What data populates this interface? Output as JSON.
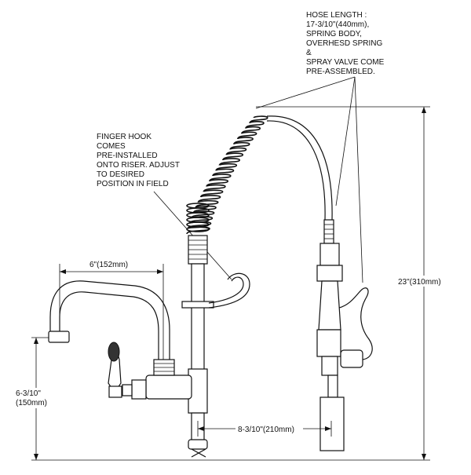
{
  "annotations": {
    "hose_note": [
      "HOSE LENGTH :",
      "17-3/10\"(440mm),",
      "SPRING BODY,",
      "OVERHESD SPRING",
      "&",
      "SPRAY VALVE COME",
      "PRE-ASSEMBLED."
    ],
    "hook_note": [
      "FINGER HOOK",
      "COMES",
      "PRE-INSTALLED",
      "ONTO RISER. ADJUST",
      "TO DESIRED",
      "POSITION IN FIELD"
    ]
  },
  "dimensions": {
    "spout_reach": "6\"(152mm)",
    "spout_height_line1": "6-3/10\"",
    "spout_height_line2": "(150mm)",
    "total_height": "23\"(310mm)",
    "valve_offset": "8-3/10\"(210mm)"
  }
}
